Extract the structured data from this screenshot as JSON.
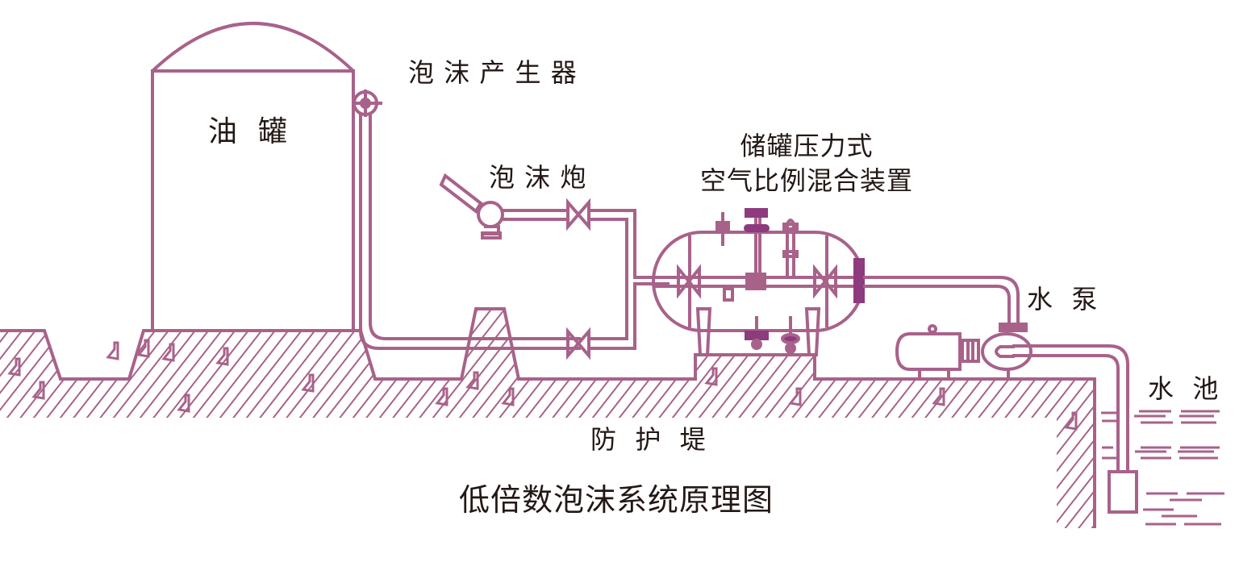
{
  "diagram": {
    "title": "低倍数泡沫系统原理图",
    "colors": {
      "line": "#a8628a",
      "accent": "#8e3a7e",
      "text": "#231815",
      "background": "#ffffff"
    },
    "labels": {
      "oil_tank": "油  罐",
      "foam_generator": "泡 沫 产 生 器",
      "foam_cannon": "泡 沫 炮",
      "mixer_line1": "储罐压力式",
      "mixer_line2": "空气比例混合装置",
      "water_pump": "水  泵",
      "water_pool": "水  池",
      "dike": "防  护  堤"
    },
    "components": [
      {
        "id": "oil-tank",
        "name": "油罐"
      },
      {
        "id": "foam-generator",
        "name": "泡沫产生器"
      },
      {
        "id": "foam-cannon",
        "name": "泡沫炮"
      },
      {
        "id": "proportioner",
        "name": "储罐压力式空气比例混合装置"
      },
      {
        "id": "water-pump",
        "name": "水泵"
      },
      {
        "id": "water-pool",
        "name": "水池"
      },
      {
        "id": "dike",
        "name": "防护堤"
      }
    ],
    "flow": [
      {
        "from": "water-pool",
        "to": "water-pump"
      },
      {
        "from": "water-pump",
        "to": "proportioner"
      },
      {
        "from": "proportioner",
        "to": "foam-cannon"
      },
      {
        "from": "proportioner",
        "to": "foam-generator"
      },
      {
        "from": "foam-generator",
        "to": "oil-tank"
      }
    ]
  }
}
